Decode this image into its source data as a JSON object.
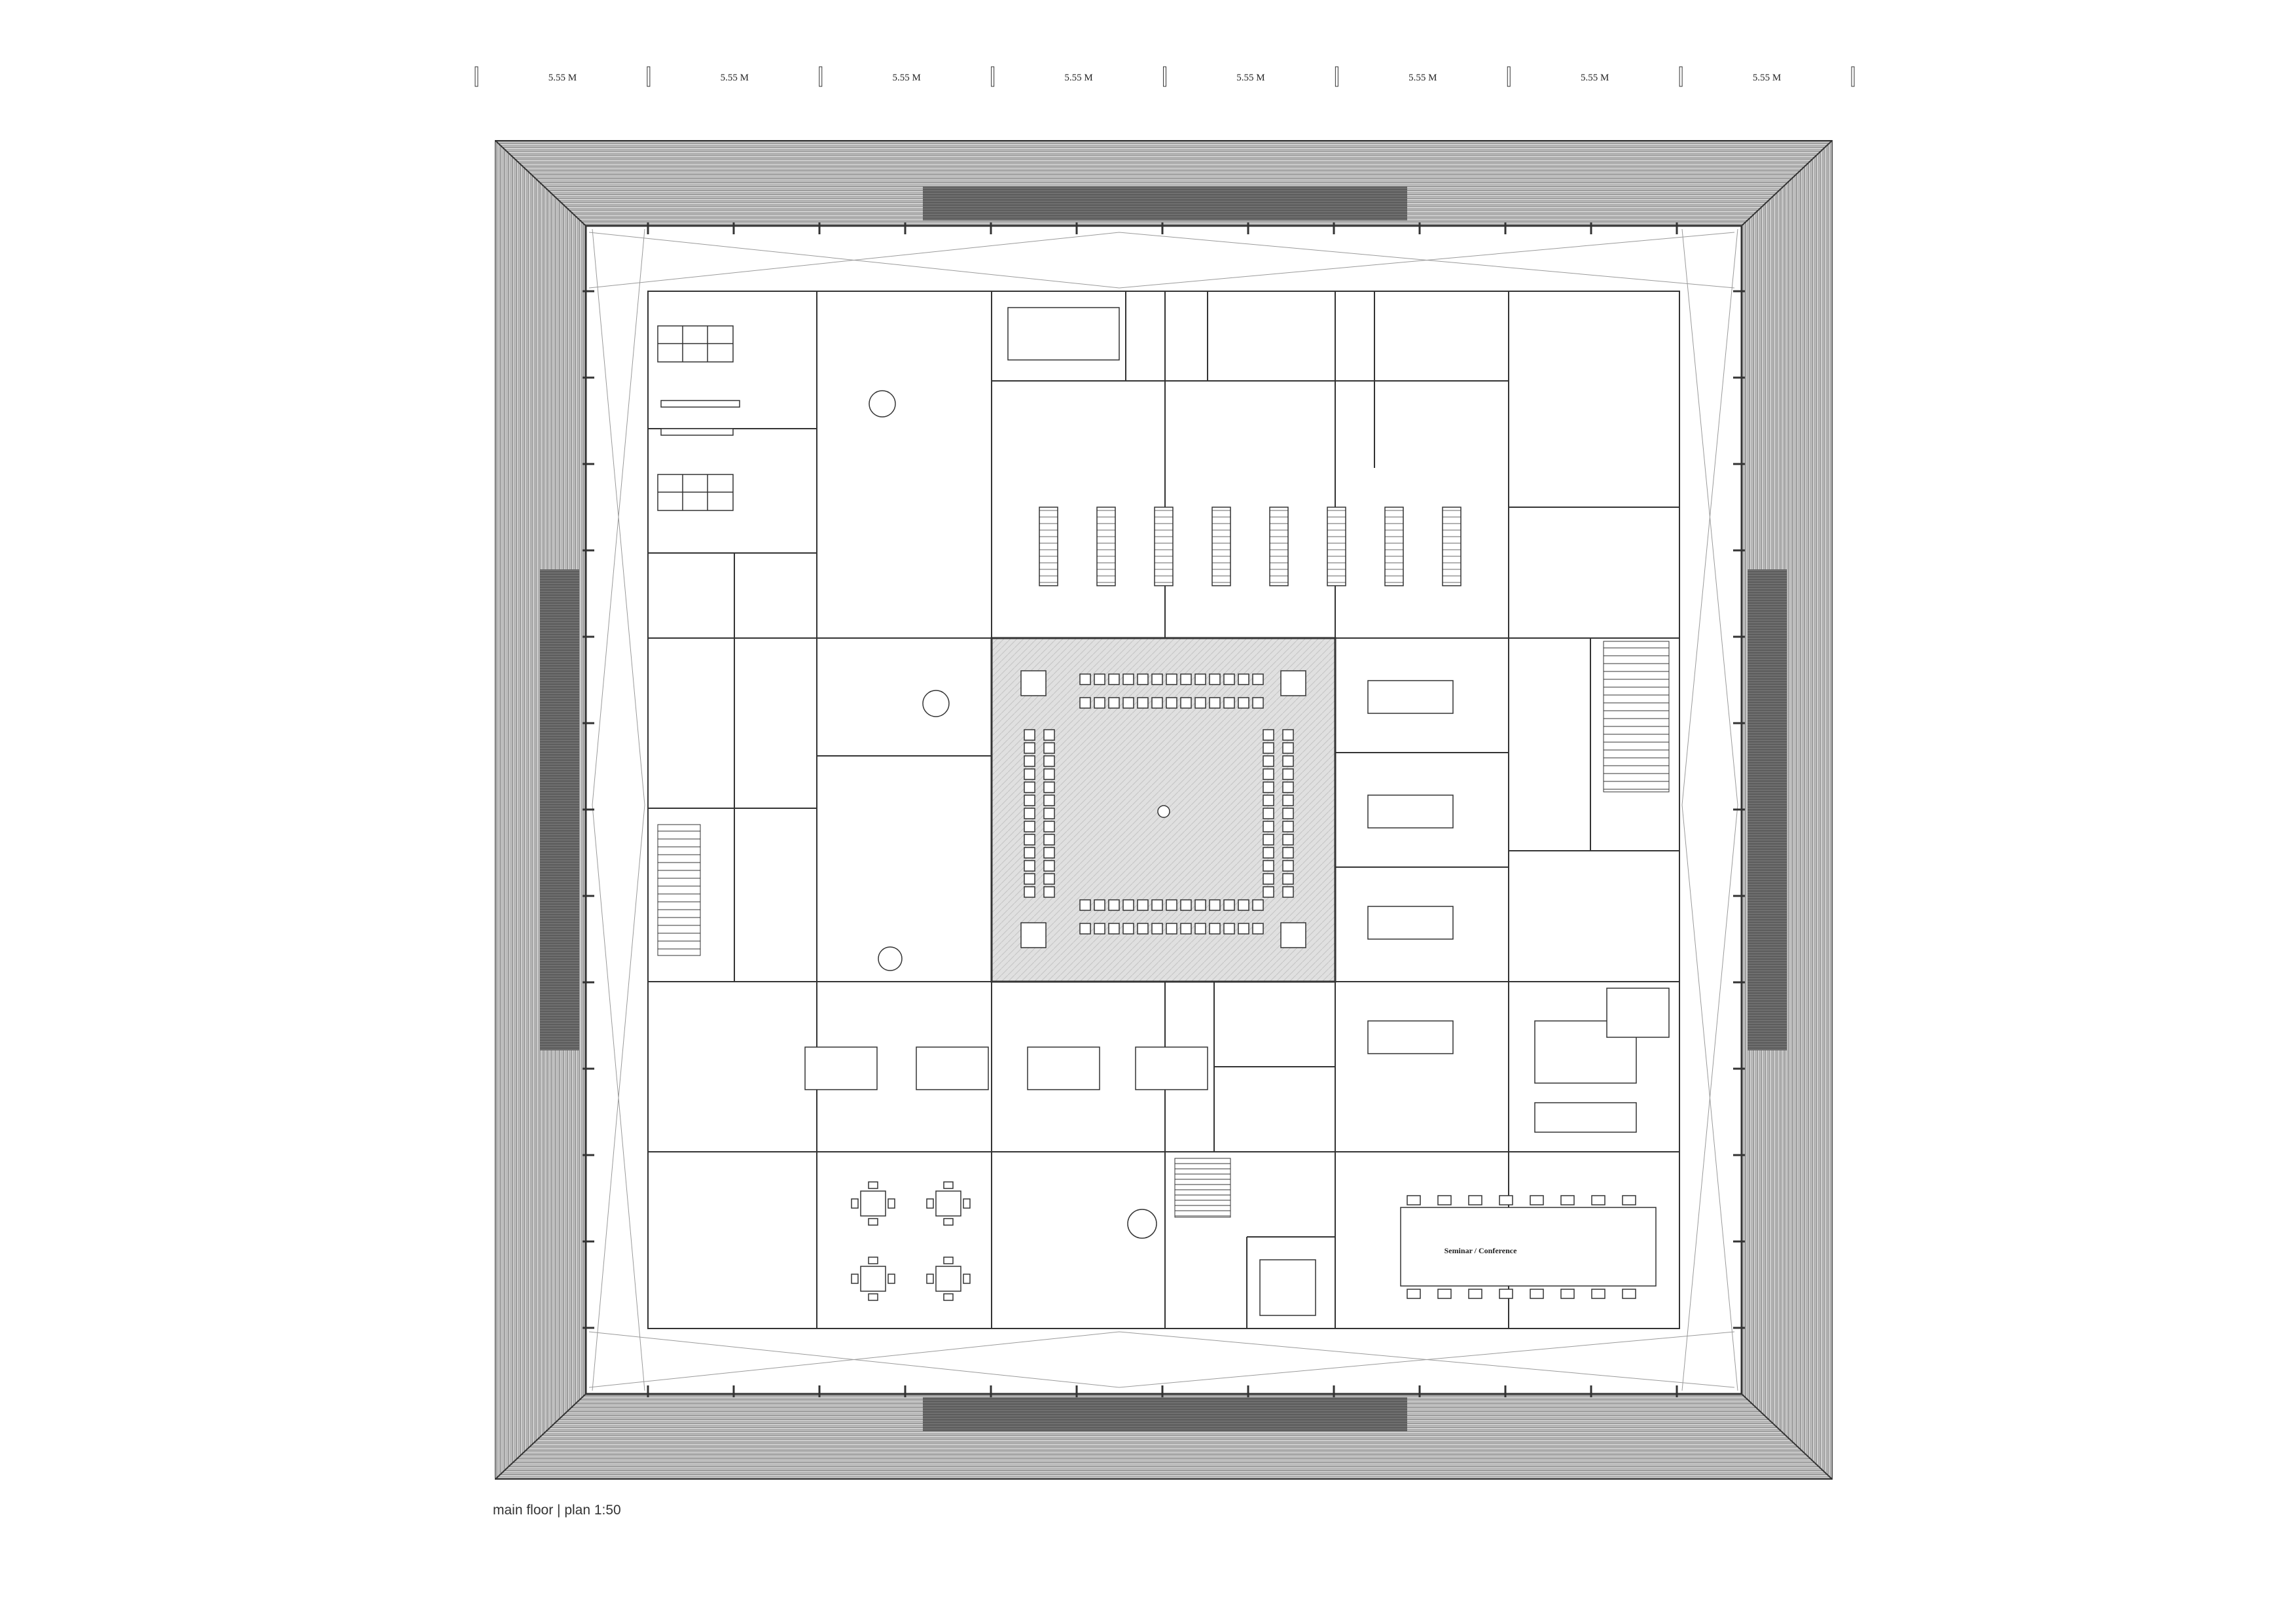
{
  "plan": {
    "dimension_label": "5.55 M",
    "module_count": 8,
    "caption": "main floor  | plan 1:50",
    "room_label": "Seminar / Conference"
  },
  "colors": {
    "line": "#333333",
    "roof_fill": "#bcbcbc",
    "atrium_fill": "#e2e2e2",
    "background": "#ffffff"
  }
}
